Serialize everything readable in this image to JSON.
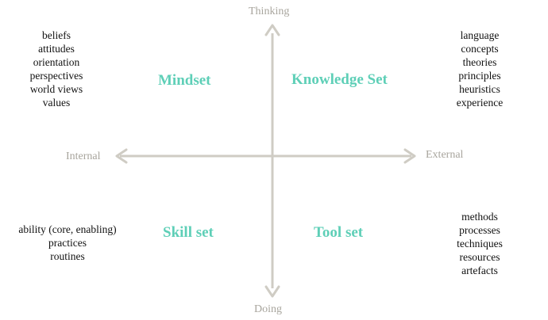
{
  "axes": {
    "top": "Thinking",
    "bottom": "Doing",
    "left": "Internal",
    "right": "External",
    "color": "#cfccc4"
  },
  "quadrants": {
    "top_left": {
      "title": "Mindset",
      "items": [
        "beliefs",
        "attitudes",
        "orientation",
        "perspectives",
        "world views",
        "values"
      ]
    },
    "top_right": {
      "title": "Knowledge Set",
      "items": [
        "language",
        "concepts",
        "theories",
        "principles",
        "heuristics",
        "experience"
      ]
    },
    "bottom_left": {
      "title": "Skill set",
      "items": [
        "ability (core, enabling)",
        "practices",
        "routines"
      ]
    },
    "bottom_right": {
      "title": "Tool set",
      "items": [
        "methods",
        "processes",
        "techniques",
        "resources",
        "artefacts"
      ]
    }
  },
  "colors": {
    "title": "#5ecfb7",
    "axis_label": "#a8a59d",
    "list_text": "#111111"
  }
}
